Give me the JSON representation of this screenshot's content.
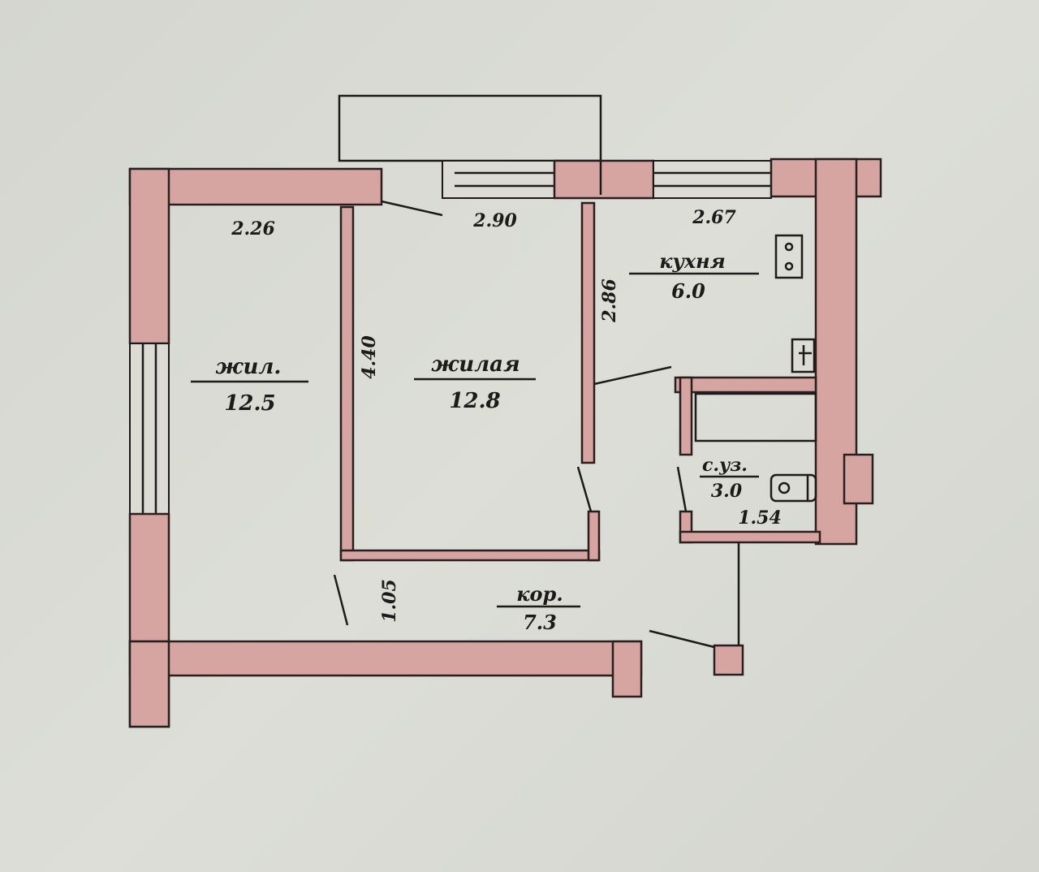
{
  "rooms": [
    {
      "name": "жил.",
      "area": "12.5"
    },
    {
      "name": "жилая",
      "area": "12.8"
    },
    {
      "name": "кухня",
      "area": "6.0"
    },
    {
      "name": "с.уз.",
      "area": "3.0"
    },
    {
      "name": "кор.",
      "area": "7.3"
    }
  ],
  "dimensions": {
    "room1_width": "2.26",
    "room2_width": "2.90",
    "kitchen_width": "2.67",
    "room2_length": "4.40",
    "kitchen_length": "2.86",
    "bathroom_width": "1.54",
    "corridor_width": "1.05"
  },
  "colors": {
    "wall": "#d6a5a2",
    "paper": "#d7d9d2"
  }
}
